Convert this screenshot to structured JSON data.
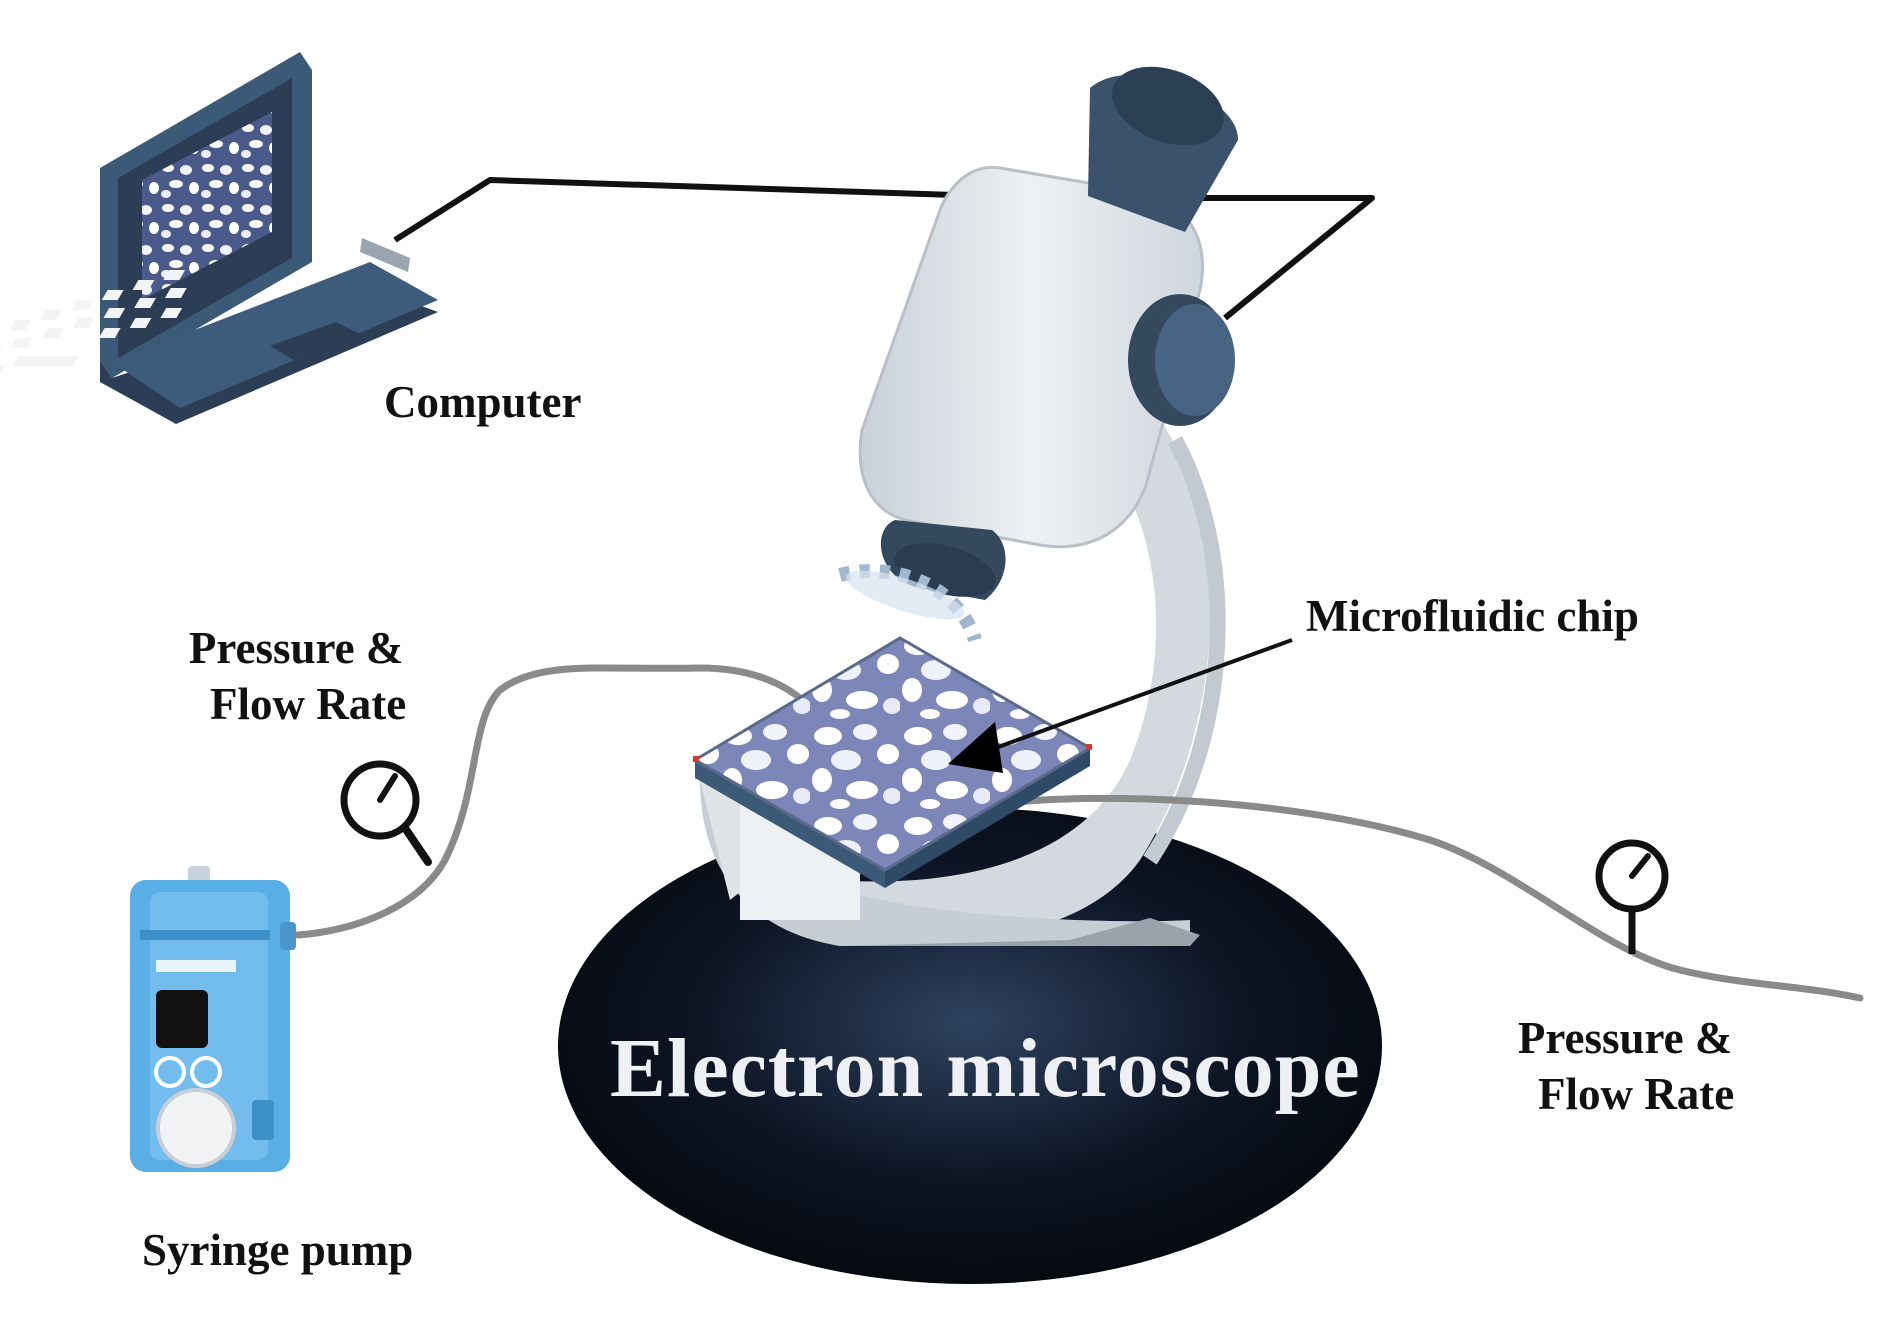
{
  "labels": {
    "computer": "Computer",
    "microfluidic_chip": "Microfluidic chip",
    "pressure_left_line1": "Pressure &",
    "pressure_left_line2": "Flow Rate",
    "pressure_right_line1": "Pressure &",
    "pressure_right_line2": "Flow Rate",
    "syringe_pump": "Syringe pump",
    "electron_microscope": "Electron microscope"
  },
  "colors": {
    "microscope_body": "#d9dee5",
    "microscope_dark": "#34495e",
    "base_center": "#2c3e5a",
    "base_edge": "#05070c",
    "pump_blue": "#5aaee6",
    "tube": "#8a8a8a",
    "chip_tint": "#8e96c6",
    "laptop_frame": "#3b5a78"
  },
  "icons": [
    "laptop-icon",
    "microscope-icon",
    "syringe-pump-icon",
    "pressure-gauge-icon",
    "microfluidic-chip-icon"
  ]
}
